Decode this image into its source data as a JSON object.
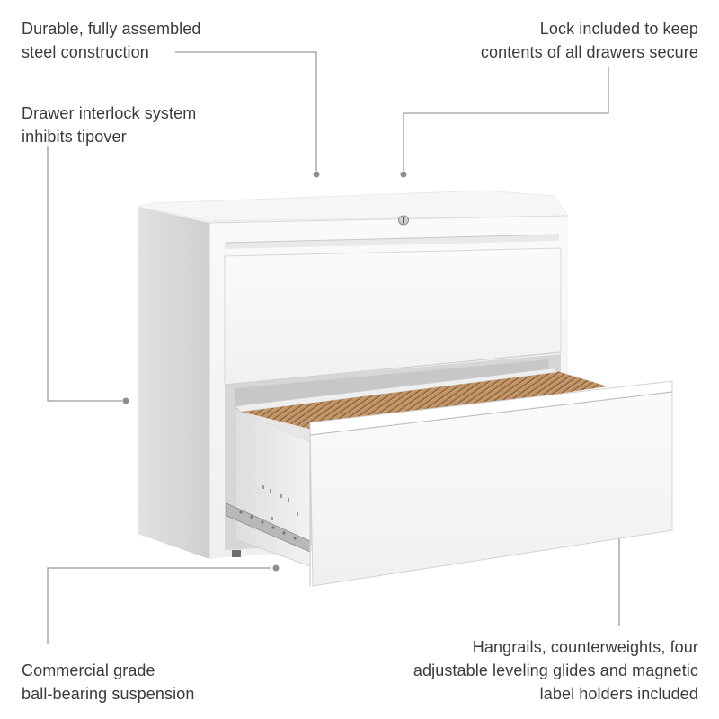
{
  "callouts": {
    "construction": {
      "lines": [
        "Durable, fully assembled",
        "steel construction"
      ]
    },
    "lock": {
      "lines": [
        "Lock included to keep",
        "contents of all drawers secure"
      ]
    },
    "interlock": {
      "lines": [
        "Drawer interlock system",
        "inhibits tipover"
      ]
    },
    "suspension": {
      "lines": [
        "Commercial grade",
        "ball-bearing suspension"
      ]
    },
    "features": {
      "lines": [
        "Hangrails, counterweights, four",
        "adjustable leveling glides and magnetic",
        "label holders included"
      ]
    }
  },
  "colors": {
    "leader_line": "#9a9a9a",
    "cabinet_white": "#f4f4f4",
    "cabinet_side": "#dcdcdc",
    "folder_tan": "#b98a5e",
    "text": "#3b3b3b"
  },
  "product": {
    "name": "two-drawer-lateral-file-cabinet",
    "drawers": 2,
    "bottom_drawer_state": "open"
  }
}
